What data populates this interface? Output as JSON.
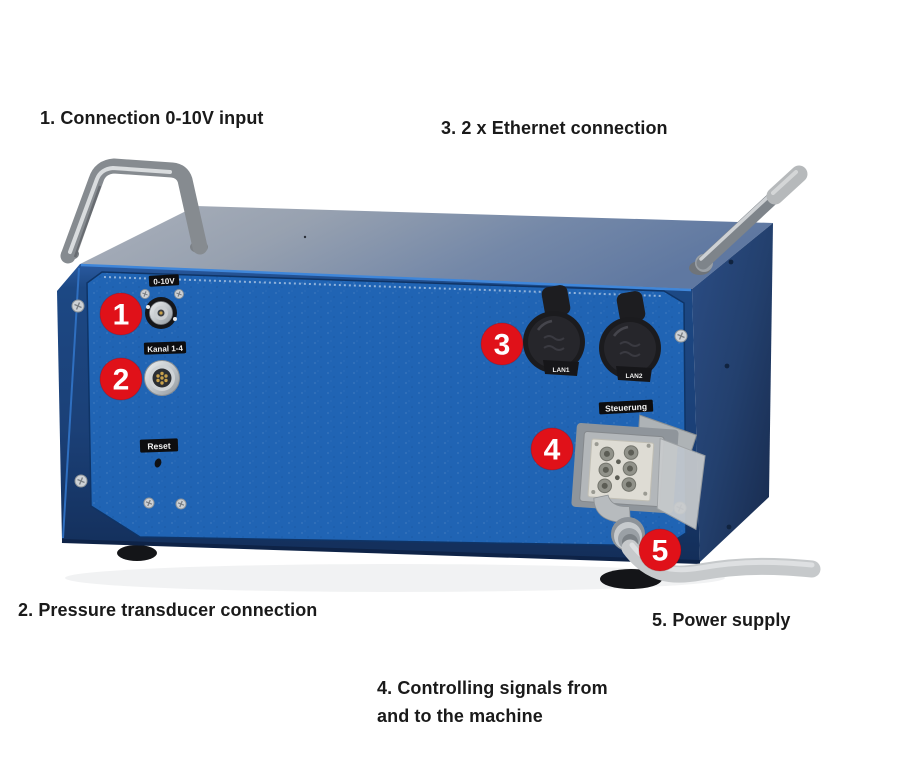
{
  "annotations": {
    "input": "1. Connection 0-10V input",
    "ethernet": "3. 2 x Ethernet connection",
    "pressure": "2. Pressure transducer connection",
    "power": "5. Power supply",
    "control_1": "4. Controlling signals from",
    "control_2": "and to the machine"
  },
  "callouts": {
    "c1": "1",
    "c2": "2",
    "c3": "3",
    "c4": "4",
    "c5": "5"
  },
  "panel_labels": {
    "analog_input": "0-10V",
    "pressure_channels": "Kanal 1-4",
    "reset": "Reset",
    "control": "Steuerung",
    "lan_port_1": "LAN1",
    "lan_port_2": "LAN2"
  },
  "colors": {
    "background": "#ffffff",
    "panel_blue": "#2064b4",
    "frame_navy": "#1d4178",
    "side_navy": "#23406e",
    "top_slate": "#8a95a7",
    "callout_red": "#e01119",
    "handle_gray": "#878c92",
    "cable_gray": "#c6c9cb",
    "label_plate_black": "#0d0d0f",
    "annotation_text": "#1a1a1a"
  }
}
